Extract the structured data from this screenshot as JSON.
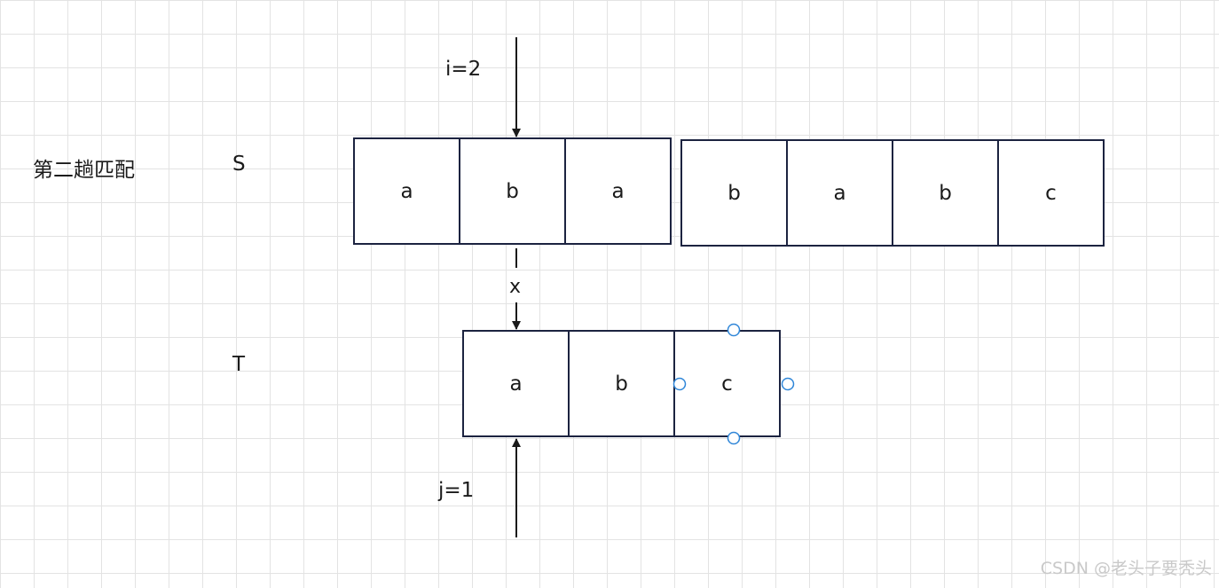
{
  "title": "第二趟匹配",
  "s_label": "S",
  "t_label": "T",
  "i_label": "i=2",
  "j_label": "j=1",
  "mismatch_label": "x",
  "s_cells_group1": [
    "a",
    "b",
    "a"
  ],
  "s_cells_group2": [
    "b",
    "a",
    "b",
    "c"
  ],
  "t_cells": [
    "a",
    "b",
    "c"
  ],
  "watermark": "CSDN @老头子要秃头",
  "colors": {
    "cell_border": "#1c2340",
    "arrow": "#1a1a1a",
    "selection_handle": "#2f86d8",
    "grid": "#e3e3e3"
  }
}
